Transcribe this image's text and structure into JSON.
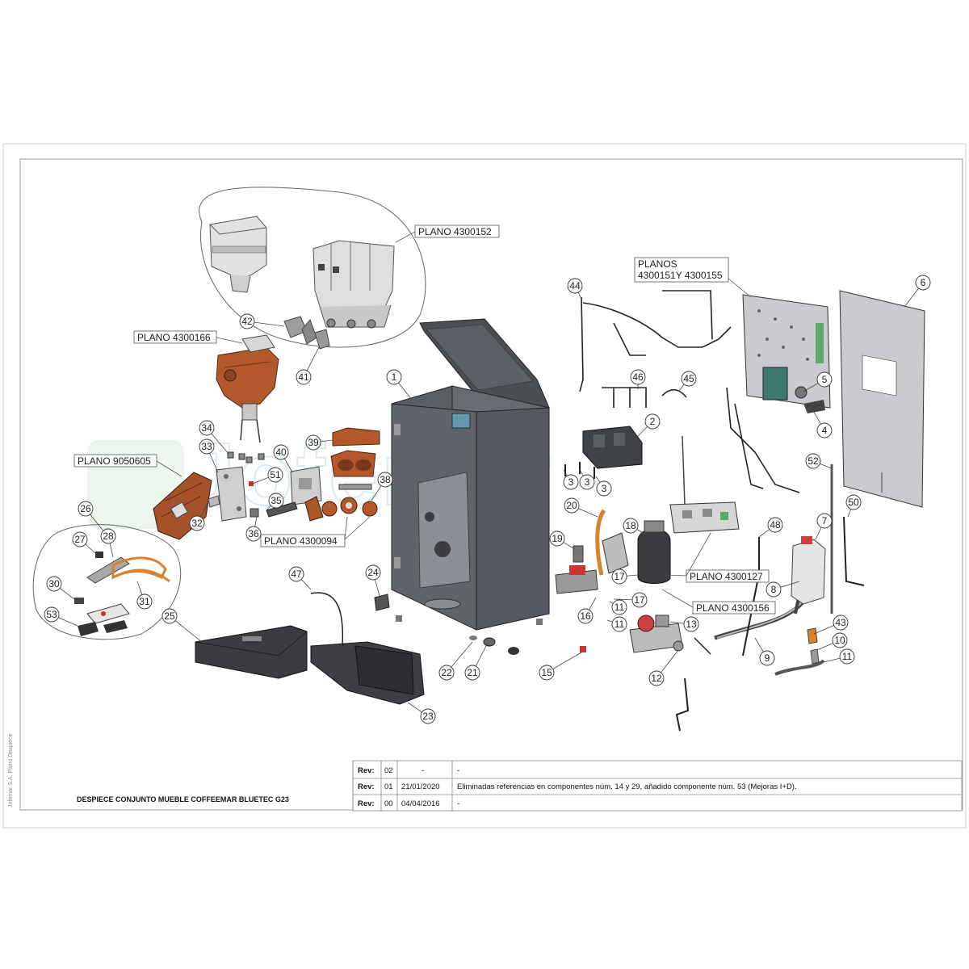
{
  "drawing": {
    "title": "DESPIECE CONJUNTO MUEBLE COFFEEMAR BLUETEC G23",
    "side_note": "Jofemar S.A. Plano Despiece",
    "watermark": "Jofemar"
  },
  "plano_refs": {
    "p152": "PLANO 4300152",
    "p166": "PLANO 4300166",
    "p605": "PLANO 9050605",
    "p094": "PLANO 4300094",
    "p151_line1": "PLANOS",
    "p151_line2": "4300151Y 4300155",
    "p127": "PLANO 4300127",
    "p156": "PLANO 4300156"
  },
  "callouts": {
    "c1": "1",
    "c2": "2",
    "c3a": "3",
    "c3b": "3",
    "c3c": "3",
    "c4": "4",
    "c5": "5",
    "c6": "6",
    "c7": "7",
    "c8": "8",
    "c9": "9",
    "c10": "10",
    "c11a": "11",
    "c11b": "11",
    "c11c": "11",
    "c12": "12",
    "c13": "13",
    "c15": "15",
    "c16": "16",
    "c17a": "17",
    "c17b": "17",
    "c18": "18",
    "c19": "19",
    "c20": "20",
    "c21": "21",
    "c22": "22",
    "c23": "23",
    "c24": "24",
    "c25": "25",
    "c26": "26",
    "c27": "27",
    "c28": "28",
    "c30": "30",
    "c31": "31",
    "c32": "32",
    "c33": "33",
    "c34": "34",
    "c35": "35",
    "c36": "36",
    "c38": "38",
    "c39": "39",
    "c40": "40",
    "c41": "41",
    "c42": "42",
    "c43": "43",
    "c44": "44",
    "c45": "45",
    "c46": "46",
    "c47": "47",
    "c48": "48",
    "c50": "50",
    "c51": "51",
    "c52": "52",
    "c53": "53"
  },
  "revisions": [
    {
      "label": "Rev:",
      "num": "02",
      "date": "-",
      "desc": "-"
    },
    {
      "label": "Rev:",
      "num": "01",
      "date": "21/01/2020",
      "desc": "Eliminadas referencias en componentes núm. 14 y 29, añadido componente núm. 53 (Mejoras I+D)."
    },
    {
      "label": "Rev:",
      "num": "00",
      "date": "04/04/2016",
      "desc": "-"
    }
  ],
  "colors": {
    "cabinet": "#5a5d63",
    "cabinet_dark": "#3f4247",
    "panel": "#c9cbcf",
    "copper": "#b2582a",
    "orange_tube": "#d9822b",
    "hopper": "#d8d8d8",
    "accent_green": "#5aa86a",
    "watermark": "#b7dce9"
  }
}
